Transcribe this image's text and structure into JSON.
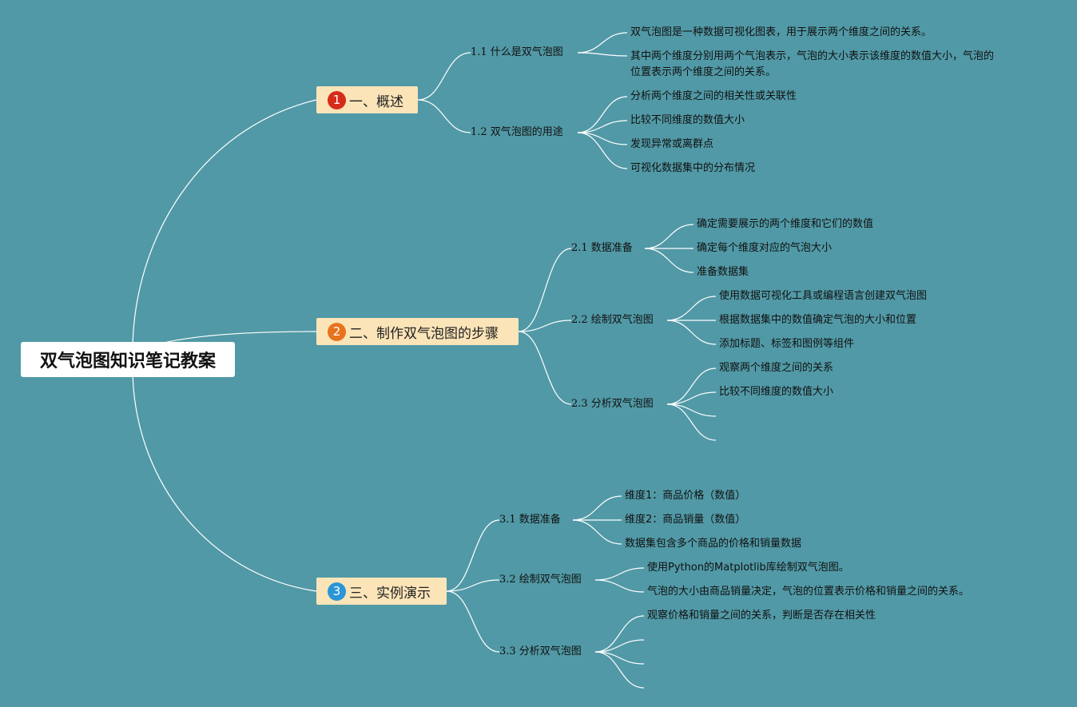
{
  "root": {
    "title": "双气泡图知识笔记教案"
  },
  "sections": [
    {
      "number": "1",
      "badge_color": "#d62c1a",
      "title": "一、概述",
      "subs": [
        {
          "title": "1.1 什么是双气泡图",
          "leaves": [
            "双气泡图是一种数据可视化图表，用于展示两个维度之间的关系。",
            "其中两个维度分别用两个气泡表示，气泡的大小表示该维度的数值大小，气泡的",
            "位置表示两个维度之间的关系。"
          ]
        },
        {
          "title": "1.2 双气泡图的用途",
          "leaves": [
            "分析两个维度之间的相关性或关联性",
            "比较不同维度的数值大小",
            "发现异常或离群点",
            "可视化数据集中的分布情况"
          ]
        }
      ]
    },
    {
      "number": "2",
      "badge_color": "#e8731e",
      "title": "二、制作双气泡图的步骤",
      "subs": [
        {
          "title": "2.1 数据准备",
          "leaves": [
            "确定需要展示的两个维度和它们的数值",
            "确定每个维度对应的气泡大小",
            "准备数据集"
          ]
        },
        {
          "title": "2.2 绘制双气泡图",
          "leaves": [
            "使用数据可视化工具或编程语言创建双气泡图",
            "根据数据集中的数值确定气泡的大小和位置",
            "添加标题、标签和图例等组件"
          ]
        },
        {
          "title": "2.3 分析双气泡图",
          "leaves": [
            "观察两个维度之间的关系",
            "比较不同维度的数值大小"
          ]
        }
      ]
    },
    {
      "number": "3",
      "badge_color": "#2b95d6",
      "title": "三、实例演示",
      "subs": [
        {
          "title": "3.1 数据准备",
          "leaves": [
            "维度1：商品价格（数值）",
            "维度2：商品销量（数值）",
            "数据集包含多个商品的价格和销量数据"
          ]
        },
        {
          "title": "3.2 绘制双气泡图",
          "leaves": [
            "使用Python的Matplotlib库绘制双气泡图。",
            "气泡的大小由商品销量决定，气泡的位置表示价格和销量之间的关系。"
          ]
        },
        {
          "title": "3.3 分析双气泡图",
          "leaves": [
            "观察价格和销量之间的关系，判断是否存在相关性"
          ]
        }
      ]
    }
  ]
}
